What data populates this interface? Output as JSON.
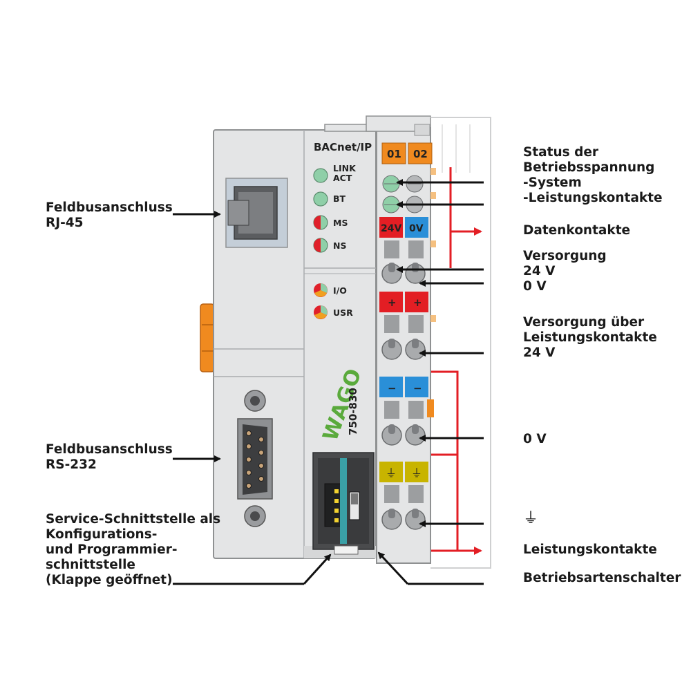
{
  "device": {
    "protocol": "BACnet/IP",
    "leds_top": [
      "LINK\nACT",
      "BT",
      "MS",
      "NS"
    ],
    "leds_bottom": [
      "I/O",
      "USR"
    ],
    "brand": "WAGO",
    "model": "750-830",
    "terminals": {
      "status_1": "01",
      "status_2": "02",
      "supply_pos": "24V",
      "supply_neg": "0V",
      "plus": "+",
      "minus": "−",
      "ground": "⏚"
    }
  },
  "labels": {
    "rj45": [
      "Feldbusanschluss",
      "RJ-45"
    ],
    "rs232": [
      "Feldbusanschluss",
      "RS-232"
    ],
    "service": [
      "Service-Schnittstelle als",
      "Konfigurations-",
      "und Programmier-",
      "schnittstelle",
      "(Klappe geöffnet)"
    ],
    "status": [
      "Status der",
      "Betriebsspannung",
      "-System",
      "-Leistungskontakte"
    ],
    "data_contacts": [
      "Datenkontakte"
    ],
    "supply": [
      "Versorgung",
      "24 V",
      "0 V"
    ],
    "supply_power": [
      "Versorgung über",
      "Leistungskontakte",
      "24 V"
    ],
    "zero_v": [
      "0 V"
    ],
    "ground_symbol": "⏚",
    "power_contacts": [
      "Leistungskontakte"
    ],
    "mode_switch": [
      "Betriebsartenschalter"
    ]
  },
  "colors": {
    "housing": "#e4e5e6",
    "outline": "#8f9192",
    "led_green": "#8fcfa8",
    "led_red": "#e0202a",
    "orange": "#f08a1f",
    "red_terminal": "#e31e24",
    "blue_terminal": "#2a8fd8",
    "ground_terminal": "#c8b400",
    "wago_green": "#5aaa3c",
    "arrow_red": "#e31e24"
  }
}
